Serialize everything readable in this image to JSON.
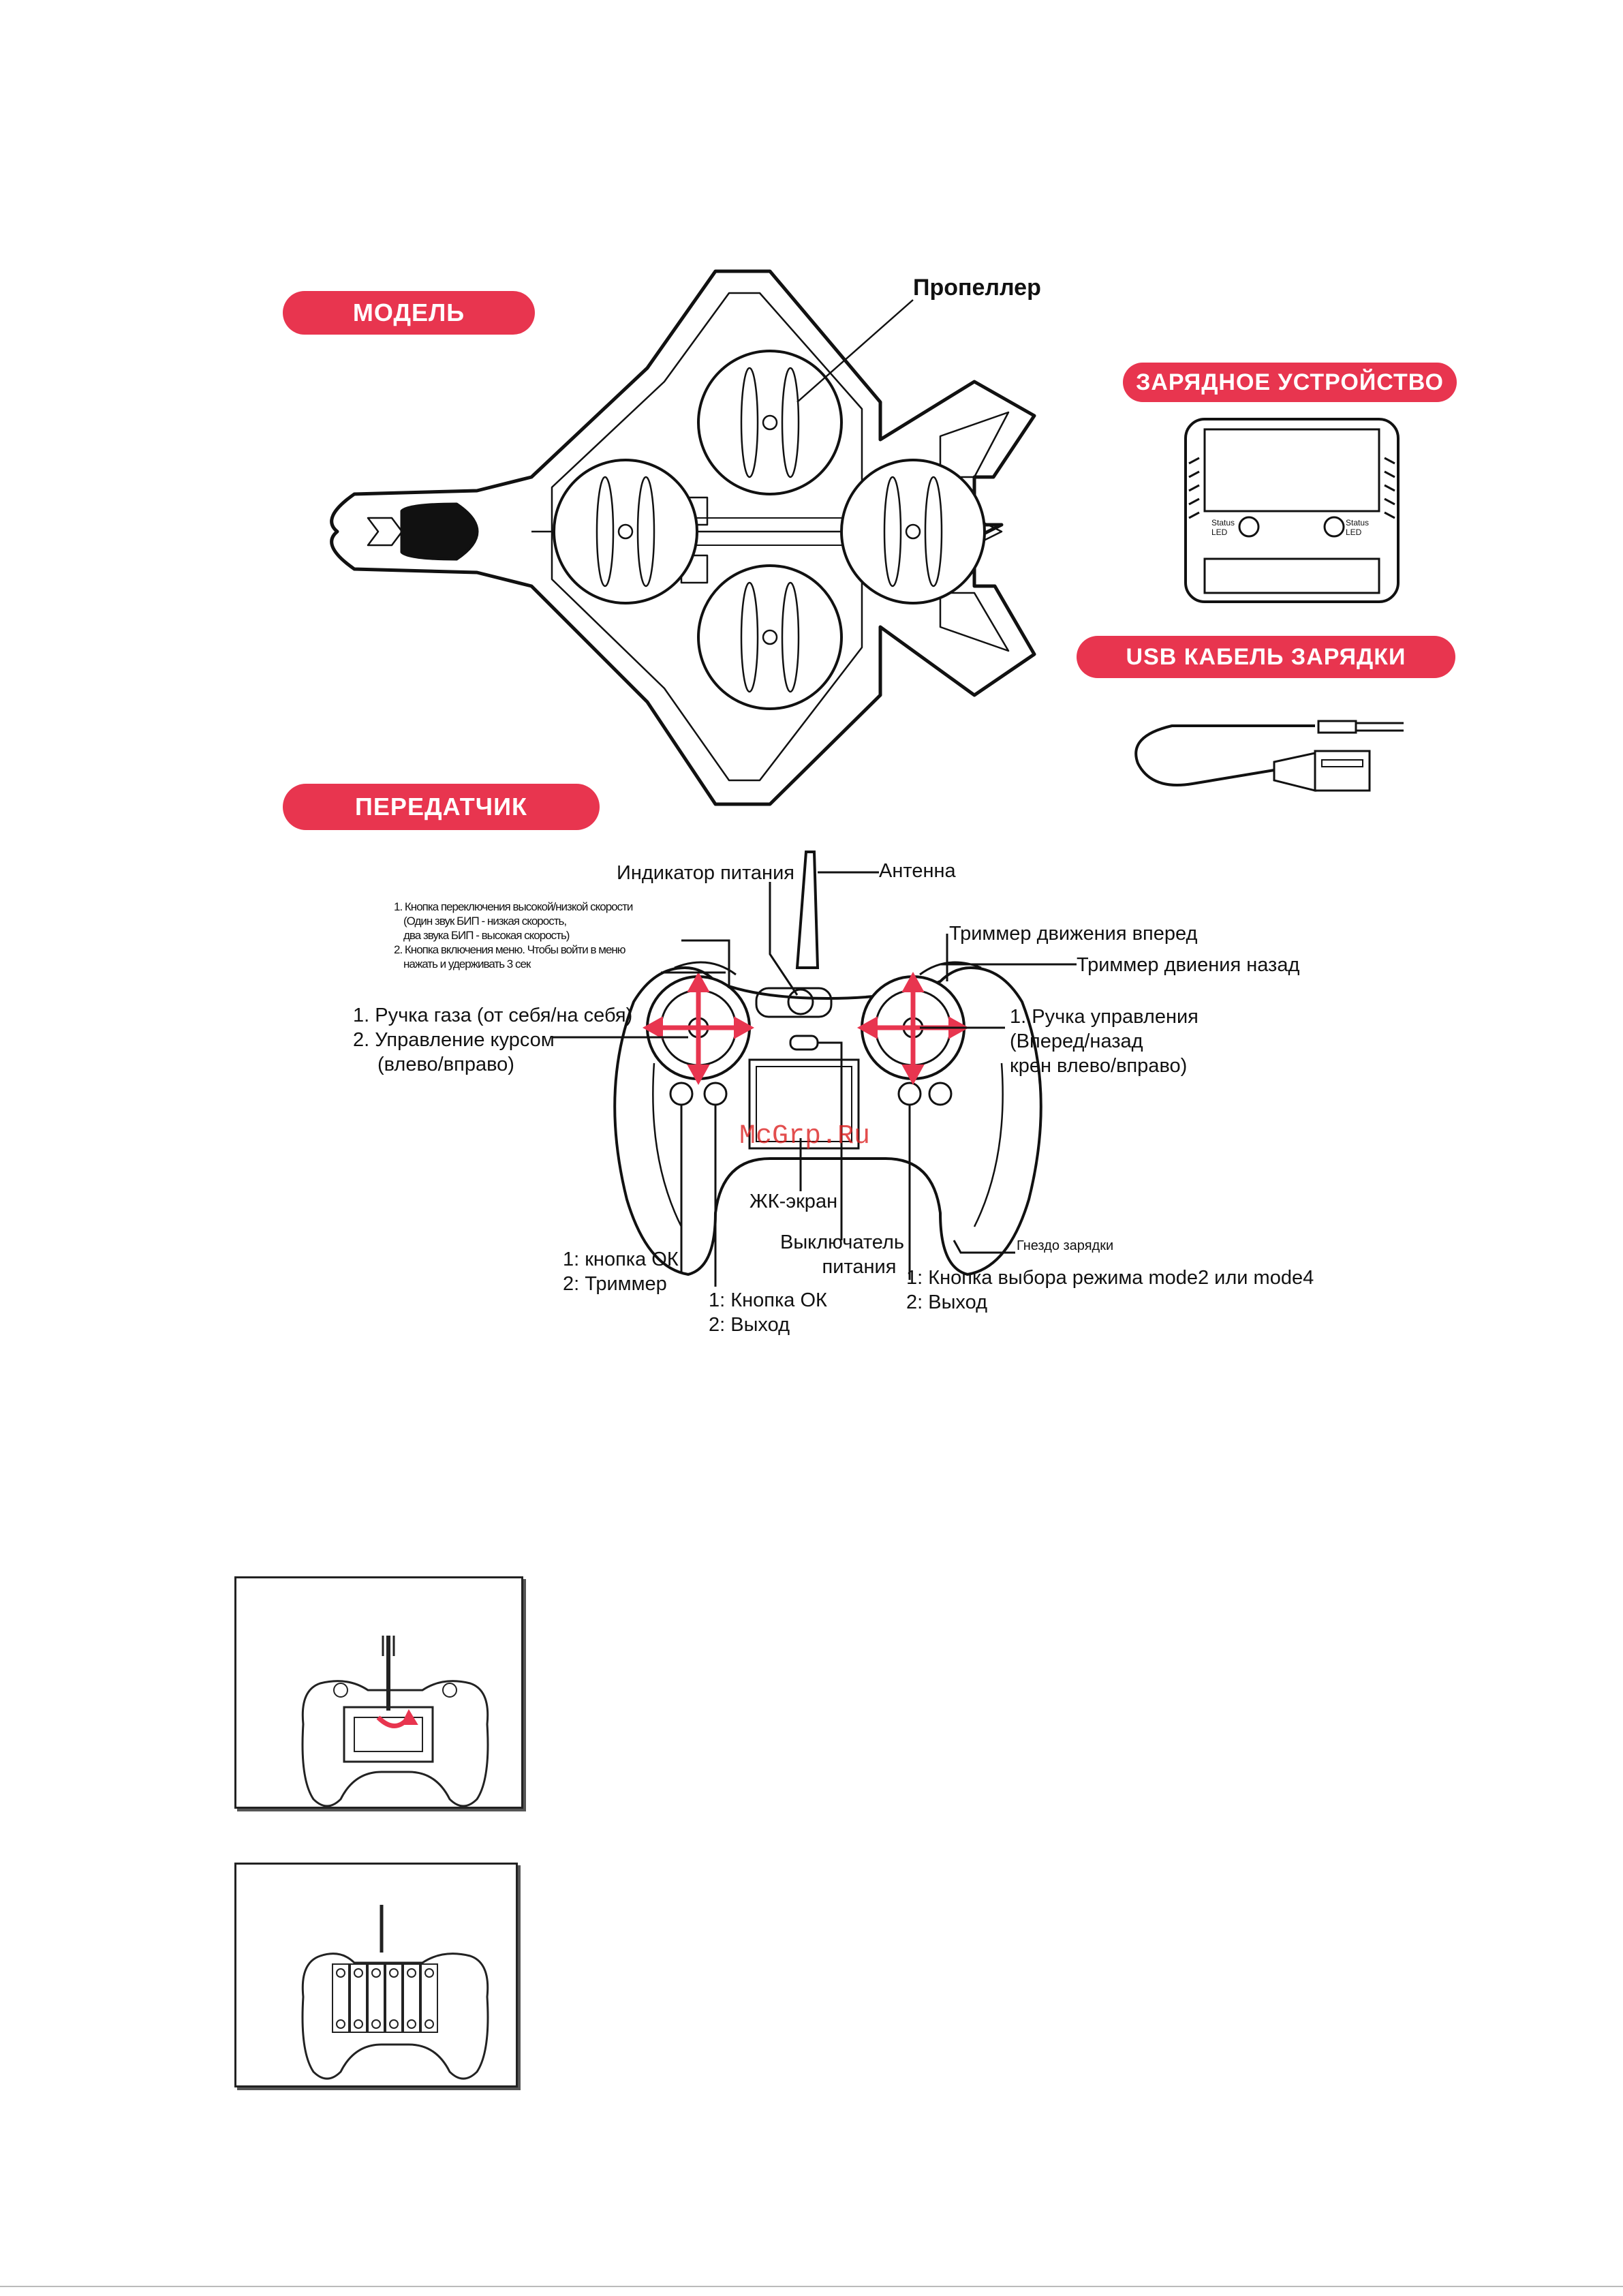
{
  "sections": {
    "model": "МОДЕЛЬ",
    "charger": "ЗАРЯДНОЕ УСТРОЙСТВО",
    "usb_cable": "USB КАБЕЛЬ ЗАРЯДКИ",
    "transmitter": "ПЕРЕДАТЧИК"
  },
  "model_labels": {
    "propeller": "Пропеллер"
  },
  "charger_labels": {
    "status_left_1": "Status",
    "status_left_2": "LED",
    "status_right_1": "Status",
    "status_right_2": "LED"
  },
  "transmitter_labels": {
    "power_indicator": "Индикатор питания",
    "antenna": "Антенна",
    "forward_trim": "Триммер движения вперед",
    "backward_trim": "Триммер двиения назад",
    "speed_note": [
      "1. Кнопка переключения высокой/низкой скорости",
      "(Один звук БИП - низкая скорость,",
      "два звука БИП - высокая скорость)",
      "2. Кнопка включения меню. Чтобы войти в меню",
      "нажать и удерживать 3 сек"
    ],
    "throttle": [
      "1. Ручка газа (от себя/на себя)",
      "2. Управление курсом",
      "(влево/вправо)"
    ],
    "control_stick": [
      "1. Ручка управления",
      "(Вперед/назад",
      "крен влево/вправо)"
    ],
    "lcd": "ЖК-экран",
    "power_switch": [
      "Выключатель",
      "питания"
    ],
    "charge_socket": "Гнездо зарядки",
    "left_button_a": [
      "1: кнопка ОК",
      "2: Триммер"
    ],
    "left_button_b": [
      "1: Кнопка ОК",
      "2: Выход"
    ],
    "mode_button": [
      "1: Кнопка выбора режима mode2 или mode4",
      "2: Выход"
    ]
  },
  "watermark": "McGrp.Ru"
}
